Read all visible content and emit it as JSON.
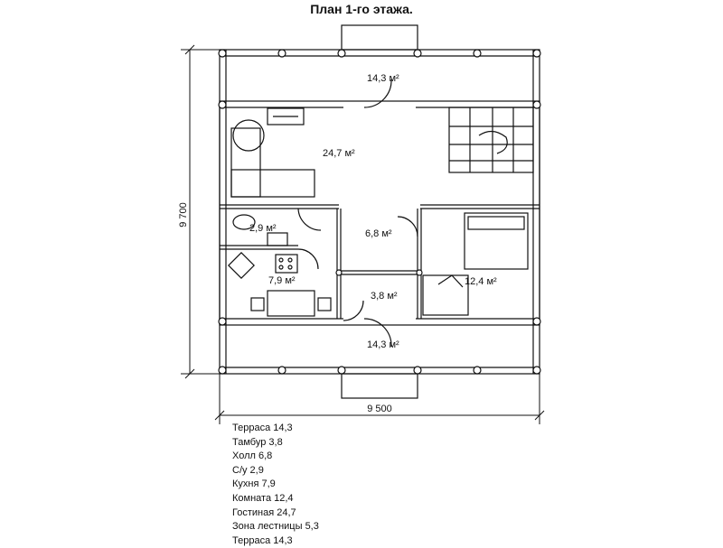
{
  "title": "План 1-го этажа.",
  "dimensions": {
    "width": "9 500",
    "height": "9 700"
  },
  "unit": "м²",
  "rooms": [
    {
      "id": "terrace-top",
      "area": "14,3"
    },
    {
      "id": "living",
      "area": "24,7"
    },
    {
      "id": "wc",
      "area": "2,9"
    },
    {
      "id": "hall",
      "area": "6,8"
    },
    {
      "id": "kitchen",
      "area": "7,9"
    },
    {
      "id": "vestibule",
      "area": "3,8"
    },
    {
      "id": "bedroom",
      "area": "12,4"
    },
    {
      "id": "terrace-bottom",
      "area": "14,3"
    }
  ],
  "legend": [
    "Терраса 14,3",
    "Тамбур 3,8",
    "Холл 6,8",
    "С/у 2,9",
    "Кухня 7,9",
    "Комната 12,4",
    "Гостиная 24,7",
    "Зона лестницы 5,3",
    "Терраса 14,3"
  ]
}
